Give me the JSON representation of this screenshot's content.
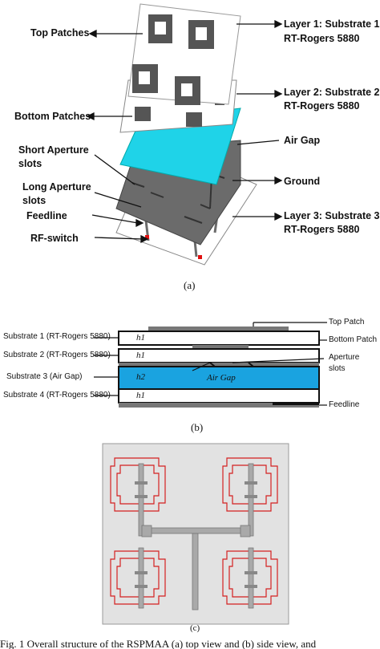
{
  "panel_a": {
    "labels": {
      "top_patches": "Top Patches",
      "bottom_patches": "Bottom Patches",
      "short_aperture_1": "Short  Aperture",
      "short_aperture_2": "slots",
      "long_aperture_1": "Long Aperture",
      "long_aperture_2": "slots",
      "feedline": "Feedline",
      "rf_switch": "RF-switch",
      "layer1_1": "Layer 1: Substrate 1",
      "layer1_2": "RT-Rogers 5880",
      "layer2_1": "Layer 2: Substrate 2",
      "layer2_2": "RT-Rogers 5880",
      "air_gap": "Air Gap",
      "ground": "Ground",
      "layer3_1": "Layer 3: Substrate 3",
      "layer3_2": "RT-Rogers 5880"
    },
    "caption": "(a)"
  },
  "panel_b": {
    "left_labels": {
      "sub1": "Substrate 1 (RT-Rogers 5880)",
      "sub2": "Substrate 2 (RT-Rogers 5880)",
      "sub3": "Substrate 3 (Air Gap)",
      "sub4": "Substrate 4 (RT-Rogers 5880)"
    },
    "heights": {
      "h1a": "h1",
      "h1b": "h1",
      "h2": "h2",
      "h1c": "h1"
    },
    "air_gap_text": "Air Gap",
    "right_labels": {
      "top_patch": "Top Patch",
      "bottom_patch": "Bottom Patch",
      "aperture_1": "Aperture",
      "aperture_2": "slots",
      "feedline": "Feedline"
    },
    "caption": "(b)"
  },
  "panel_c": {
    "caption": "(c)"
  },
  "figure_caption": "Fig. 1 Overall structure of the RSPMAA (a) top view and (b) side view, and",
  "colors": {
    "ground_gray": "#6b6b6b",
    "air_gap_cyan": "#1fd3e8",
    "air_gap_blue": "#1aa3e0",
    "patch_gray": "#555555",
    "outline_red": "#d42020",
    "switch_red": "#e01010"
  }
}
